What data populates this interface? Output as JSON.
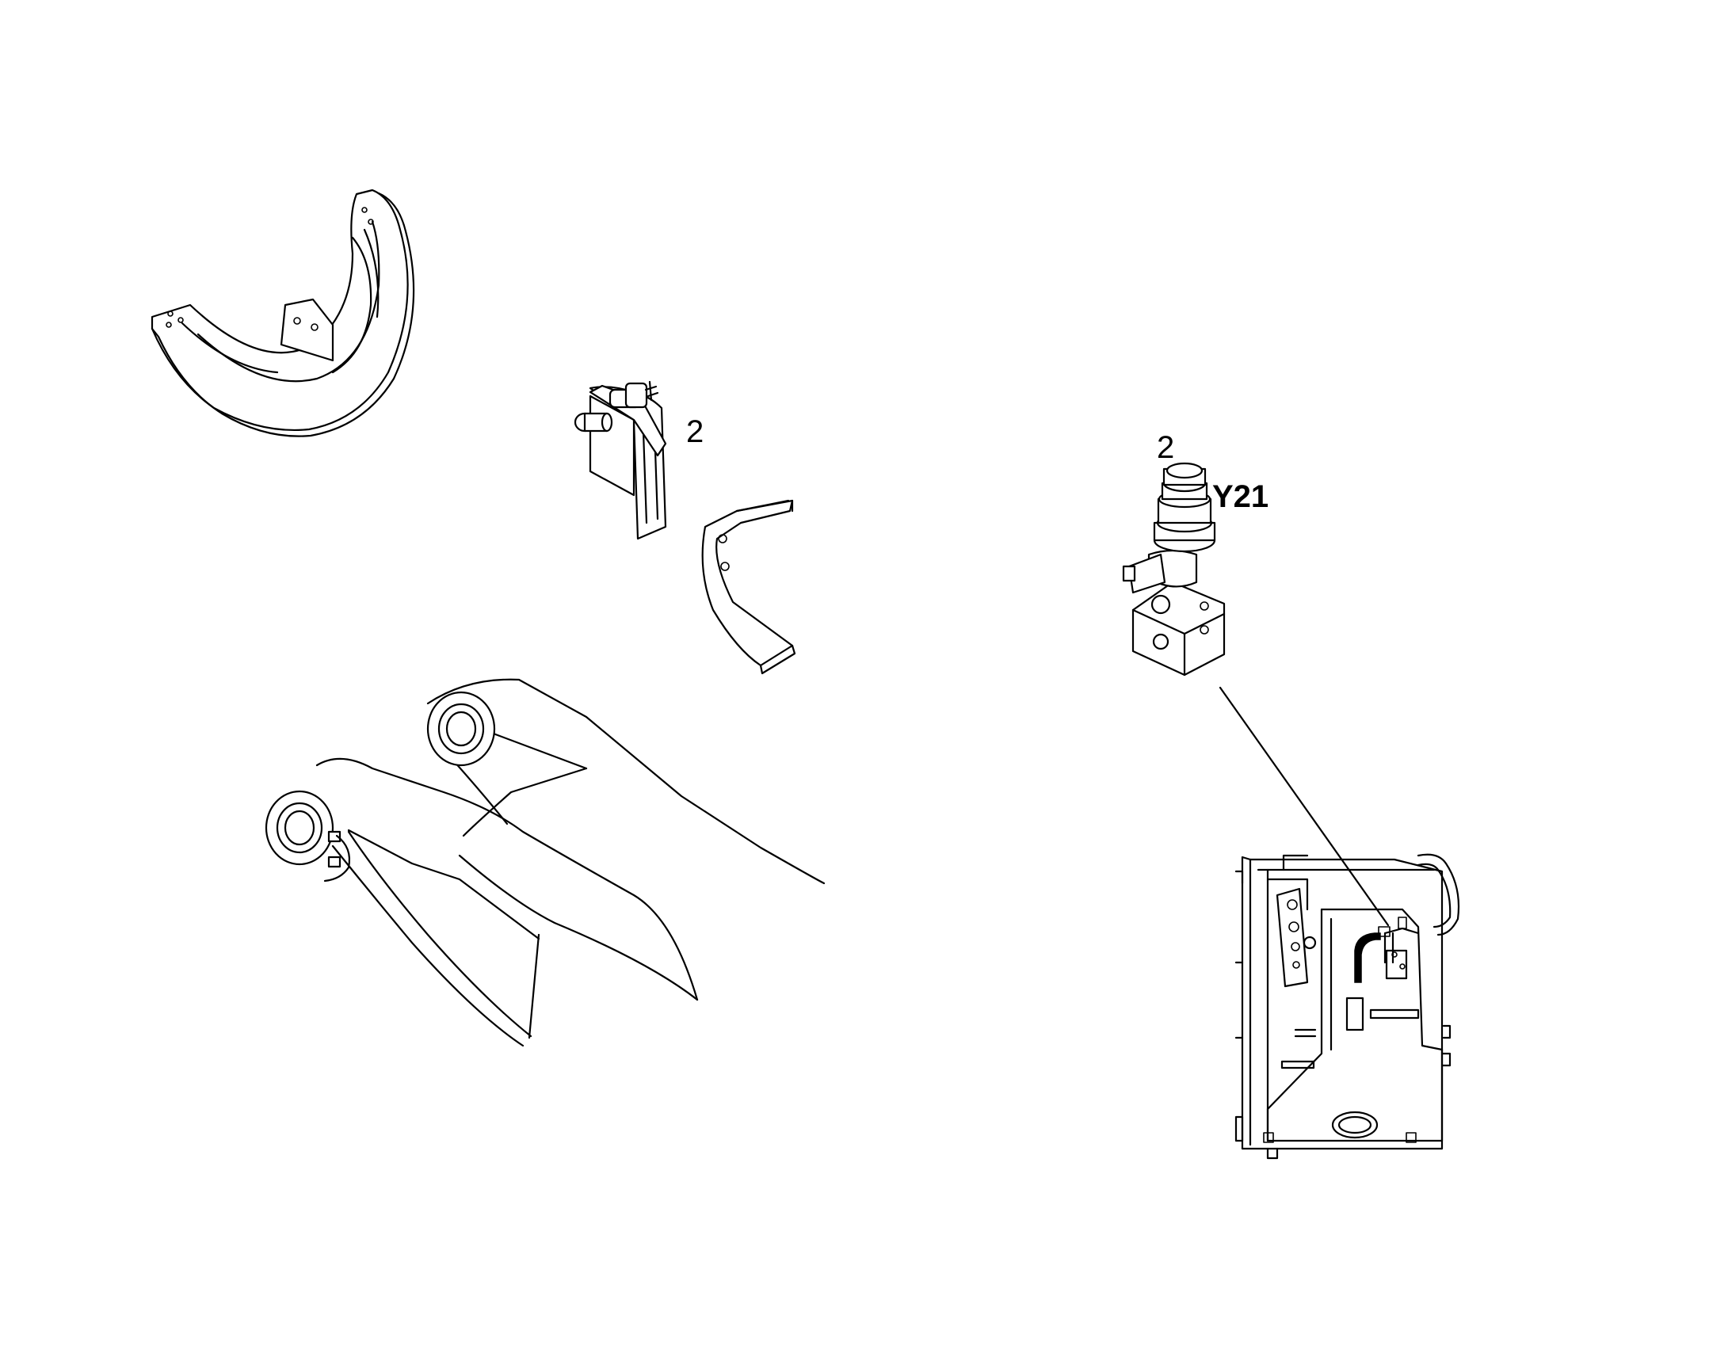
{
  "callouts": {
    "bracket_item_number": "2",
    "valve_item_number": "2",
    "valve_code": "Y21"
  }
}
